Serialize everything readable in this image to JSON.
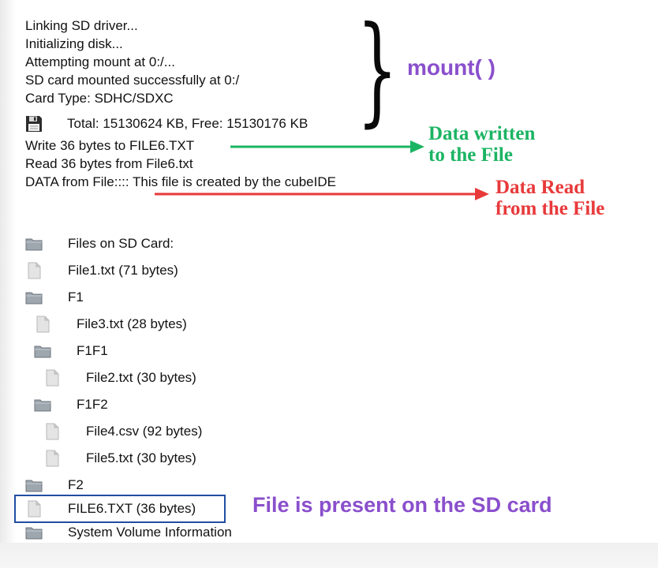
{
  "console": {
    "lines": [
      "Linking SD driver...",
      "Initializing disk...",
      "Attempting mount at 0:/...",
      "SD card mounted successfully at 0:/",
      "Card Type: SDHC/SDXC"
    ],
    "total_line": "Total: 15130624 KB, Free: 15130176 KB",
    "write_line": "Write 36 bytes to FILE6.TXT",
    "read_line": "Read 36 bytes from File6.txt",
    "data_line": "DATA from File:::: This file is created by the cubeIDE"
  },
  "annotations": {
    "mount": "mount( )",
    "data_written": [
      "Data written",
      "to the File"
    ],
    "data_read": [
      "Data Read",
      "from the File"
    ],
    "file_present": "File is present on the SD card",
    "colors": {
      "purple": "#8a4fcc",
      "green": "#1cb463",
      "red": "#e8393a",
      "box": "#1f4ea1"
    }
  },
  "tree": [
    {
      "label": "Files on SD Card:",
      "icon": "folder-icon"
    },
    {
      "label": "File1.txt (71 bytes)",
      "icon": "file-icon"
    },
    {
      "label": "F1",
      "icon": "folder-icon"
    },
    {
      "label": "File3.txt (28 bytes)",
      "icon": "file-icon"
    },
    {
      "label": "F1F1",
      "icon": "folder-icon"
    },
    {
      "label": "File2.txt (30 bytes)",
      "icon": "file-icon"
    },
    {
      "label": "F1F2",
      "icon": "folder-icon"
    },
    {
      "label": "File4.csv (92 bytes)",
      "icon": "file-icon"
    },
    {
      "label": "File5.txt (30 bytes)",
      "icon": "file-icon"
    },
    {
      "label": "F2",
      "icon": "folder-icon"
    },
    {
      "label": "FILE6.TXT (36 bytes)",
      "icon": "file-icon"
    },
    {
      "label": "System Volume Information",
      "icon": "folder-icon"
    }
  ]
}
